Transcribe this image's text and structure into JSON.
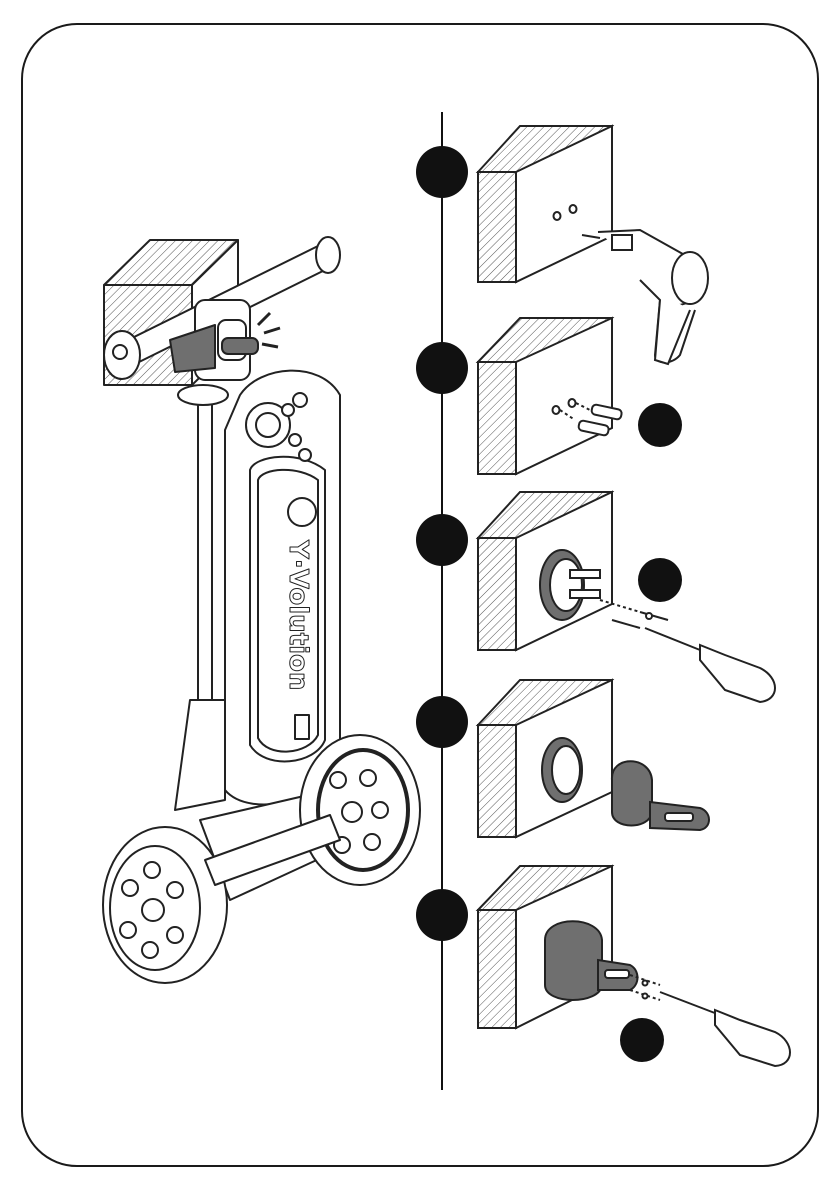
{
  "document": {
    "type": "assembly-instructions",
    "brand_text": "Y·Volution",
    "colors": {
      "frame": "#1a1a1a",
      "line": "#111111",
      "step_bullet": "#111111",
      "mount_gray": "#6f6f6f",
      "hatch": "#555555"
    }
  },
  "steps": [
    {
      "icon": "drill-icon",
      "parts": [
        "wall-block",
        "drill-holes",
        "power-drill"
      ]
    },
    {
      "icon": "wall-plug-icon",
      "parts": [
        "wall-block",
        "wall-plugs"
      ],
      "has_callout": true
    },
    {
      "icon": "screw-icon",
      "parts": [
        "wall-block",
        "mount-base",
        "screws",
        "screwdriver"
      ],
      "has_callout": true
    },
    {
      "icon": "mount-cap-icon",
      "parts": [
        "wall-block",
        "mount-base",
        "mount-cap"
      ]
    },
    {
      "icon": "screwdriver-icon",
      "parts": [
        "wall-block",
        "assembled-mount",
        "small-screws",
        "screwdriver"
      ],
      "has_callout": true
    }
  ]
}
